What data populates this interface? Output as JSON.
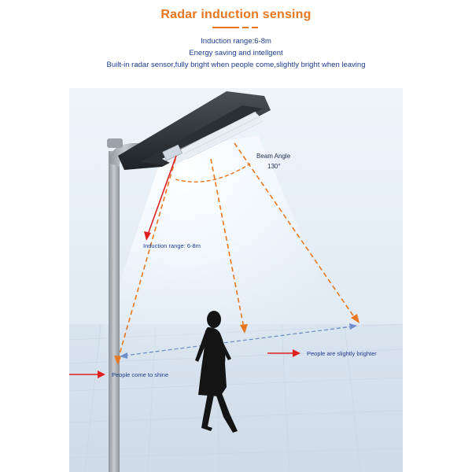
{
  "header": {
    "title": "Radar induction sensing",
    "line1": "Induction range:6-8m",
    "line2": "Energy saving and intellgent",
    "line3": "Built-in radar sensor,fully bright when people come,slightly bright when leaving"
  },
  "diagram": {
    "beam_angle_label": "Beam Angle",
    "beam_angle_value": "130°",
    "induction_range_label": "Induction range: 6-8m",
    "people_come_label": "People come to shine",
    "people_brighter_label": "People are slightly brighter"
  },
  "colors": {
    "accent": "#e8771f",
    "text_blue": "#1d3c8f",
    "arrow_red": "#e02020"
  }
}
